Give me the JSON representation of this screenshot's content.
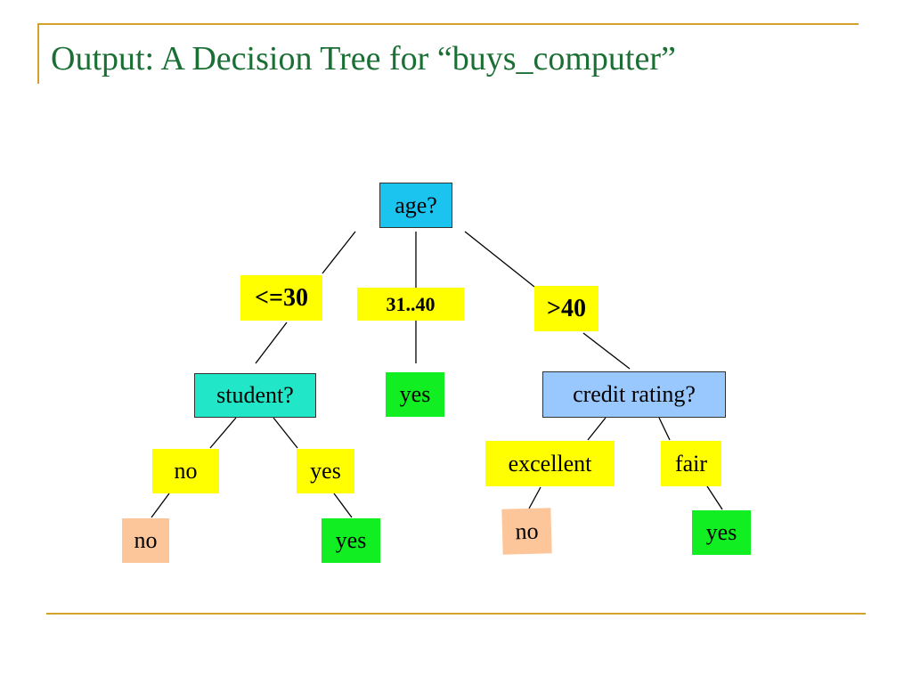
{
  "slide": {
    "title": "Output: A Decision Tree for “buys_computer”"
  },
  "tree": {
    "root": "age?",
    "branch_le30": "<=30",
    "branch_31_40": "31..40",
    "branch_gt40": ">40",
    "student": "student?",
    "yes_31_40": "yes",
    "credit": "credit rating?",
    "student_no": "no",
    "student_yes": "yes",
    "leaf_no_1": "no",
    "leaf_yes_1": "yes",
    "credit_excellent": "excellent",
    "credit_fair": "fair",
    "leaf_no_2": "no",
    "leaf_yes_2": "yes"
  },
  "colors": {
    "title": "#1b6f34",
    "accent_rule": "#d4a22a",
    "decision_root": "#1bc3ef",
    "decision_student": "#22e6c8",
    "decision_credit": "#99c8ff",
    "branch_label": "#ffff00",
    "leaf_yes": "#11ee22",
    "leaf_no": "#fcc69a"
  }
}
